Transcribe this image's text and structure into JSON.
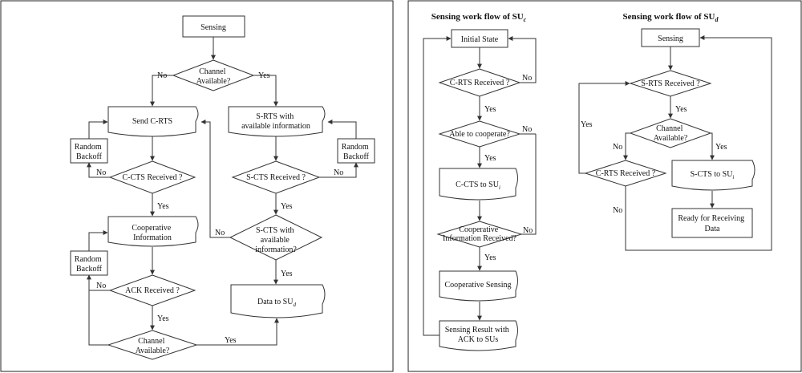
{
  "left": {
    "nodes": {
      "sensing": [
        "Sensing"
      ],
      "ch_avail_1": [
        "Channel",
        "Available?"
      ],
      "send_crts": [
        "Send C-RTS"
      ],
      "srts": [
        "S-RTS with",
        "available information"
      ],
      "random_backoff_1": [
        "Random",
        "Backoff"
      ],
      "random_backoff_2": [
        "Random",
        "Backoff"
      ],
      "random_backoff_3": [
        "Random",
        "Backoff"
      ],
      "ccts_recv": [
        "C-CTS Received ?"
      ],
      "scts_recv": [
        "S-CTS Received ?"
      ],
      "coop_info": [
        "Cooperative",
        "Information"
      ],
      "scts_with": [
        "S-CTS with",
        "available",
        "information?"
      ],
      "ack_recv": [
        "ACK Received ?"
      ],
      "data_to": [
        "Data to SU"
      ],
      "ch_avail_2": [
        "Channel",
        "Available?"
      ]
    },
    "data_to_sub": "d",
    "labels": {
      "no": "No",
      "yes": "Yes"
    }
  },
  "right_c": {
    "title": "Sensing work flow of SU",
    "title_sub": "c",
    "nodes": {
      "initial": [
        "Initial State"
      ],
      "crts_recv": [
        "C-RTS Received ?"
      ],
      "able": [
        "Able to cooperate?"
      ],
      "ccts_to": [
        "C-CTS  to SU"
      ],
      "coop_recv": [
        "Cooperative",
        "Information Received?"
      ],
      "coop_sensing": [
        "Cooperative Sensing"
      ],
      "result": [
        "Sensing Result with",
        "ACK to SUs"
      ]
    },
    "ccts_to_sub": "i"
  },
  "right_d": {
    "title": "Sensing work flow of SU",
    "title_sub": "d",
    "nodes": {
      "sensing": [
        "Sensing"
      ],
      "srts_recv": [
        "S-RTS Received ?"
      ],
      "ch_avail": [
        "Channel",
        "Available?"
      ],
      "crts_recv": [
        "C-RTS Received ?"
      ],
      "scts_to": [
        "S-CTS  to SU"
      ],
      "ready": [
        "Ready for Receiving",
        "Data"
      ]
    },
    "scts_to_sub": "i"
  }
}
